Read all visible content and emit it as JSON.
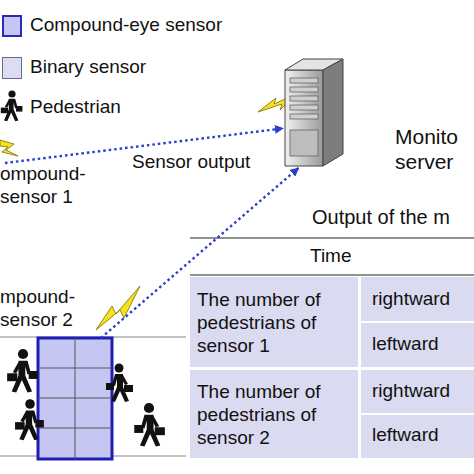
{
  "diagram": {
    "nodes": [
      {
        "text": [
          "Monito server"
        ]
      },
      {
        "text": [
          "ompound- sensor 1"
        ]
      },
      {
        "text": [
          "mpound- sensor 2"
        ]
      }
    ],
    "edges": [
      {
        "from": 1,
        "to": 0,
        "arrow": "to",
        "label": "Sensor output"
      },
      {
        "from": 2,
        "to": 0,
        "arrow": "to"
      }
    ],
    "labels": [
      "Output of the m",
      "Time",
      "The number of pedestrians of sensor 1",
      "rightward",
      "leftward",
      "The number of pedestrians of sensor 2",
      "rightward",
      "leftward"
    ],
    "legend": [
      {
        "text": "Compound-eye sensor",
        "color": "#c6c6f2"
      },
      {
        "text": "Binary sensor",
        "color": "#dcdcf4"
      },
      {
        "text": "Pedestrian"
      }
    ]
  }
}
